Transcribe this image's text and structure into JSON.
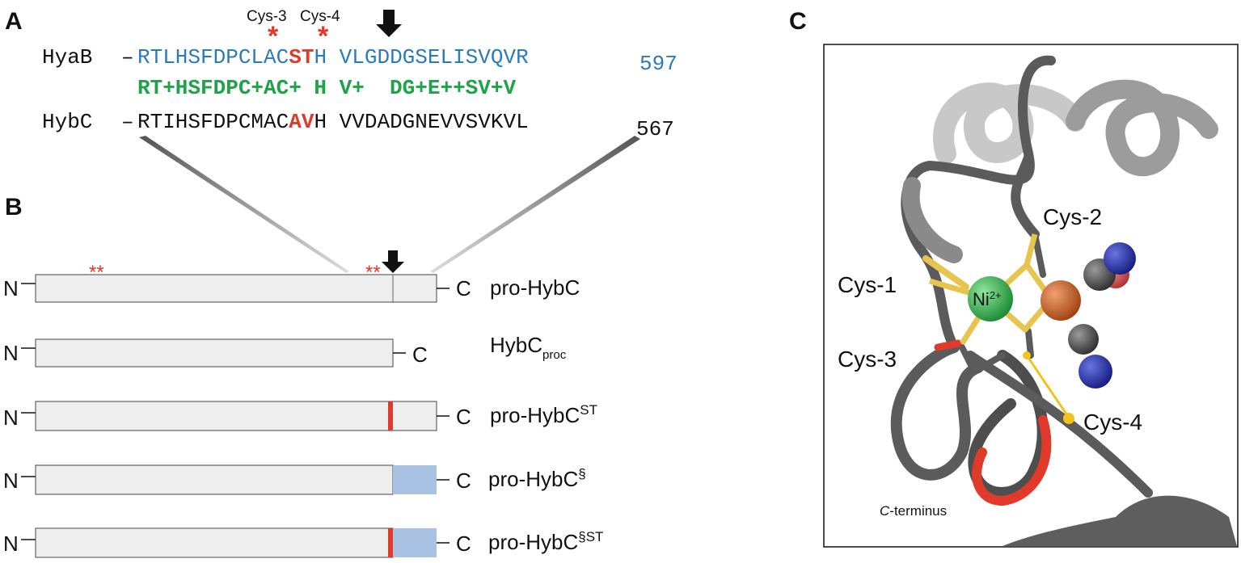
{
  "panels": {
    "a": "A",
    "b": "B",
    "c": "C"
  },
  "colors": {
    "hyab": "#2b7bba",
    "consensus": "#1fa348",
    "highlight": "#e03a2b",
    "star": "#e03a2b",
    "bar_fill": "#eeeeee",
    "ext_fill": "#a9c1e3",
    "ribbon": "#5b5b5b",
    "ni": "#2db24a",
    "fe": "#c85a1f",
    "sulfur": "#e7c44d",
    "nitrogen": "#1f2a9c"
  },
  "panelA": {
    "cys3_label": "Cys-3",
    "cys4_label": "Cys-4",
    "star": "*",
    "hyab": {
      "name": "HyaB",
      "dash": "–",
      "seq1": "RTLHSFDPCLAC",
      "hl": "ST",
      "seq2": "H VLGDDGSELISVQVR",
      "num": "597"
    },
    "consensus": {
      "seq": "RT+HSFDPC+AC+ H V+  DG+E++SV+V"
    },
    "hybc": {
      "name": "HybC",
      "dash": "–",
      "seq1": "RTIHSFDPCMAC",
      "hl": "AV",
      "seq2": "H VVDADGNEVVSVKVL",
      "num": "567"
    }
  },
  "panelB": {
    "n_label": "N",
    "c_label": "C",
    "stars": "**",
    "constructs": [
      {
        "name": "pro-HybC",
        "sup": "",
        "sub": ""
      },
      {
        "name": "HybC",
        "sup": "",
        "sub": "proc"
      },
      {
        "name": "pro-HybC",
        "sup": "ST",
        "sub": ""
      },
      {
        "name": "pro-HybC",
        "sup": "§",
        "sub": ""
      },
      {
        "name": "pro-HybC",
        "sup": "§ST",
        "sub": ""
      }
    ]
  },
  "panelC": {
    "cys1": "Cys-1",
    "cys2": "Cys-2",
    "cys3": "Cys-3",
    "cys4": "Cys-4",
    "ni": "Ni",
    "ni_charge": "2+",
    "cterm_italic": "C",
    "cterm_rest": "-terminus"
  }
}
